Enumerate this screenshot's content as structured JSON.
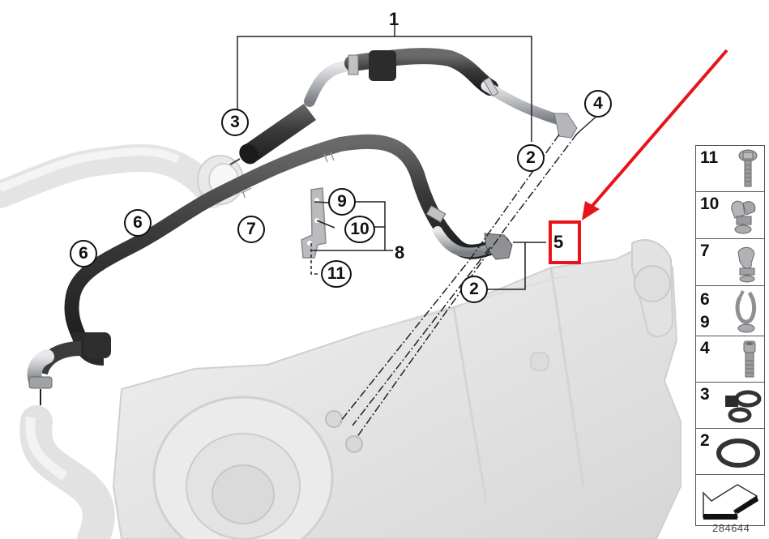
{
  "diagram": {
    "id": "284644",
    "highlight_color": "#e8141b",
    "hose_color": "#3a3a3a",
    "metal_color": "#b9bcc0",
    "housing_color": "#e6e6e6",
    "callouts": [
      {
        "id": "c1",
        "label": "1"
      },
      {
        "id": "c2a",
        "label": "2"
      },
      {
        "id": "c2b",
        "label": "2"
      },
      {
        "id": "c3",
        "label": "3"
      },
      {
        "id": "c4",
        "label": "4"
      },
      {
        "id": "c5",
        "label": "5"
      },
      {
        "id": "c6a",
        "label": "6"
      },
      {
        "id": "c6b",
        "label": "6"
      },
      {
        "id": "c7",
        "label": "7"
      },
      {
        "id": "c8",
        "label": "8"
      },
      {
        "id": "c9",
        "label": "9"
      },
      {
        "id": "c10",
        "label": "10"
      },
      {
        "id": "c11",
        "label": "11"
      }
    ],
    "highlighted_part": "5"
  },
  "legend": [
    {
      "label": "11",
      "icon": "bolt-flange-icon"
    },
    {
      "label": "10",
      "icon": "double-hose-clip-icon"
    },
    {
      "label": "7",
      "icon": "hose-clip-icon"
    },
    {
      "label": "6\n9",
      "icon": "holder-clip-icon"
    },
    {
      "label": "4",
      "icon": "socket-head-screw-icon"
    },
    {
      "label": "3",
      "icon": "hose-clamp-icon"
    },
    {
      "label": "2",
      "icon": "o-ring-icon"
    },
    {
      "label": "",
      "icon": "diagram-arrow-icon"
    }
  ]
}
